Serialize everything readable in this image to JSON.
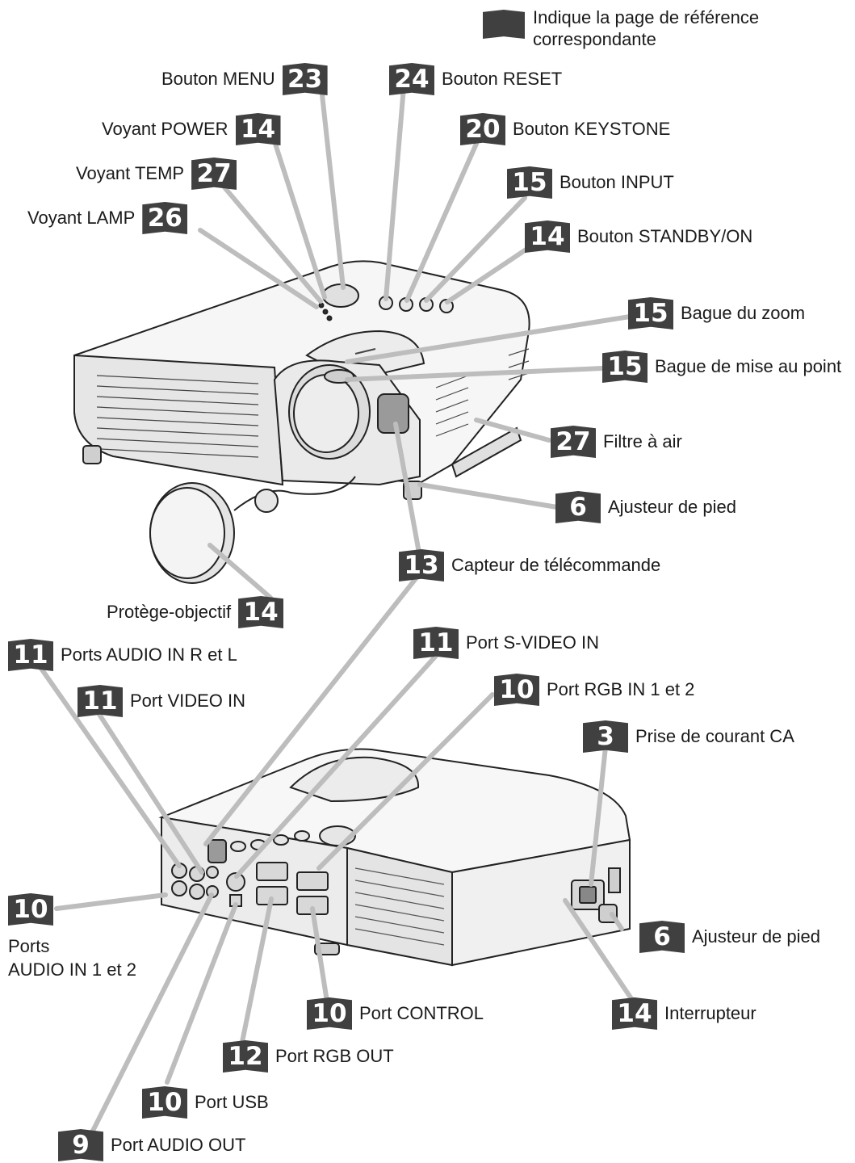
{
  "legend": {
    "text": "Indique la page de référence correspondante",
    "icon": "book-icon"
  },
  "colors": {
    "badge": "#404040",
    "leader": "#bdbdbd",
    "outline": "#222222",
    "body_fill": "#f4f4f4"
  },
  "labels": {
    "menu": {
      "page": "23",
      "text": "Bouton MENU"
    },
    "reset": {
      "page": "24",
      "text": "Bouton RESET"
    },
    "power": {
      "page": "14",
      "text": "Voyant POWER"
    },
    "keystone": {
      "page": "20",
      "text": "Bouton KEYSTONE"
    },
    "temp": {
      "page": "27",
      "text": "Voyant TEMP"
    },
    "input": {
      "page": "15",
      "text": "Bouton INPUT"
    },
    "lamp": {
      "page": "26",
      "text": "Voyant LAMP"
    },
    "standby": {
      "page": "14",
      "text": "Bouton STANDBY/ON"
    },
    "zoom": {
      "page": "15",
      "text": "Bague du zoom"
    },
    "focus": {
      "page": "15",
      "text": "Bague de mise au point"
    },
    "filter": {
      "page": "27",
      "text": "Filtre à air"
    },
    "foot_front": {
      "page": "6",
      "text": "Ajusteur de pied"
    },
    "remote": {
      "page": "13",
      "text": "Capteur de télécommande"
    },
    "lens_cap": {
      "page": "14",
      "text": "Protège-objectif"
    },
    "audio_rl": {
      "page": "11",
      "text": "Ports AUDIO IN R et L"
    },
    "svideo": {
      "page": "11",
      "text": "Port S-VIDEO IN"
    },
    "video_in": {
      "page": "11",
      "text": "Port VIDEO IN"
    },
    "rgb_in": {
      "page": "10",
      "text": "Port RGB IN 1 et 2"
    },
    "ac": {
      "page": "3",
      "text": "Prise de courant CA"
    },
    "audio_12": {
      "page": "10",
      "text_line1": "Ports",
      "text_line2": "AUDIO IN 1 et 2"
    },
    "foot_rear": {
      "page": "6",
      "text": "Ajusteur de pied"
    },
    "control": {
      "page": "10",
      "text": "Port CONTROL"
    },
    "switch": {
      "page": "14",
      "text": "Interrupteur"
    },
    "rgb_out": {
      "page": "12",
      "text": "Port RGB OUT"
    },
    "usb": {
      "page": "10",
      "text": "Port USB"
    },
    "audio_out": {
      "page": "9",
      "text": "Port AUDIO OUT"
    }
  }
}
